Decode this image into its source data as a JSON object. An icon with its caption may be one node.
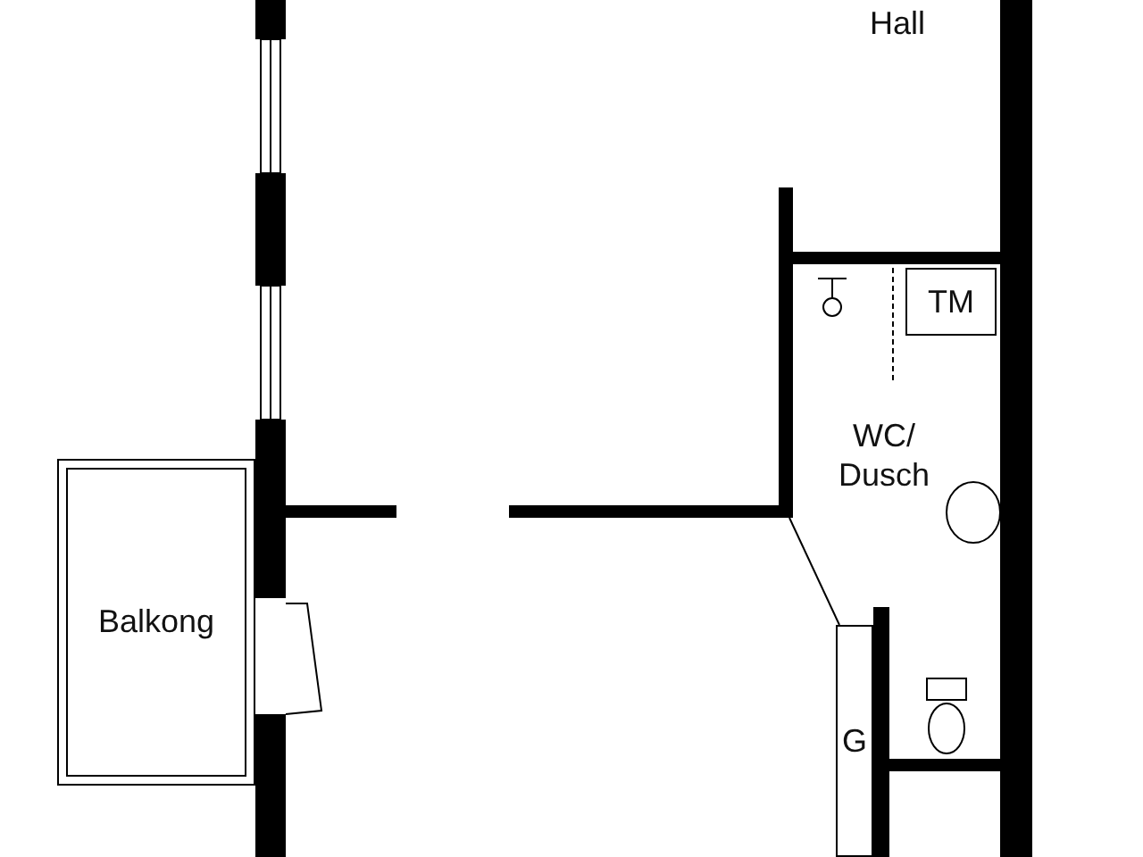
{
  "diagram": {
    "nodes": [
      {
        "text": [
          "TM"
        ]
      },
      {
        "text": [
          "Balkong"
        ]
      },
      {
        "text": [
          "G"
        ]
      }
    ],
    "labels": [
      "Hall",
      "WC/ Dusch"
    ]
  }
}
